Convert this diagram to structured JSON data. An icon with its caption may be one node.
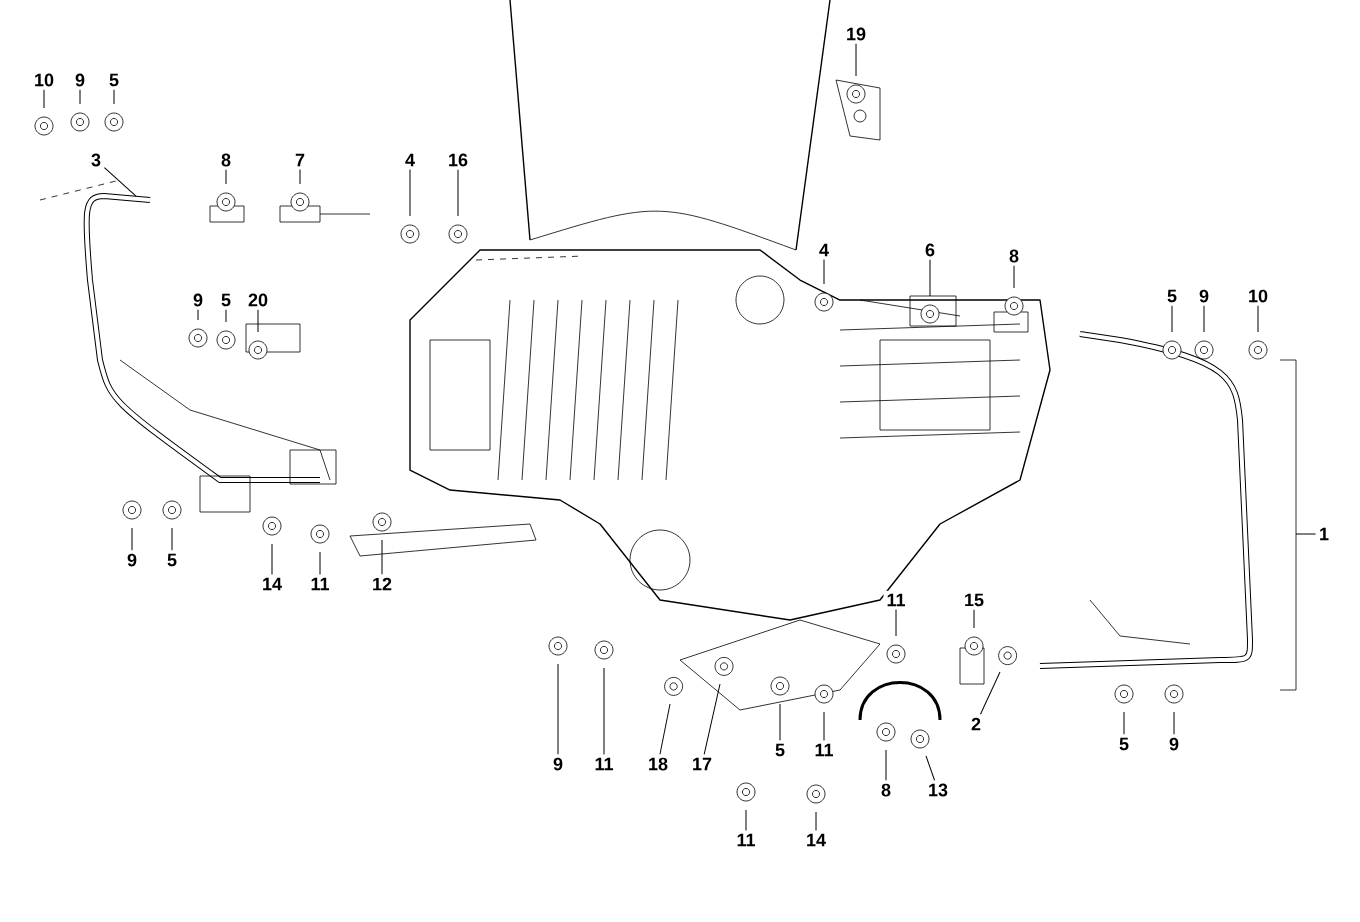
{
  "diagram": {
    "nodes": [
      {
        "text": [
          "10"
        ]
      },
      {
        "text": [
          "9"
        ]
      },
      {
        "text": [
          "5"
        ]
      },
      {
        "text": [
          "3"
        ]
      },
      {
        "text": [
          "8"
        ]
      },
      {
        "text": [
          "7"
        ]
      },
      {
        "text": [
          "4"
        ]
      },
      {
        "text": [
          "16"
        ]
      },
      {
        "text": [
          "19"
        ]
      },
      {
        "text": [
          "4"
        ]
      },
      {
        "text": [
          "6"
        ]
      },
      {
        "text": [
          "8"
        ]
      },
      {
        "text": [
          "5"
        ]
      },
      {
        "text": [
          "9"
        ]
      },
      {
        "text": [
          "10"
        ]
      },
      {
        "text": [
          "9"
        ]
      },
      {
        "text": [
          "5"
        ]
      },
      {
        "text": [
          "20"
        ]
      },
      {
        "text": [
          "1"
        ]
      },
      {
        "text": [
          "9"
        ]
      },
      {
        "text": [
          "5"
        ]
      },
      {
        "text": [
          "14"
        ]
      },
      {
        "text": [
          "11"
        ]
      },
      {
        "text": [
          "12"
        ]
      },
      {
        "text": [
          "11"
        ]
      },
      {
        "text": [
          "15"
        ]
      },
      {
        "text": [
          "2"
        ]
      },
      {
        "text": [
          "5"
        ]
      },
      {
        "text": [
          "9"
        ]
      },
      {
        "text": [
          "9"
        ]
      },
      {
        "text": [
          "11"
        ]
      },
      {
        "text": [
          "18"
        ]
      },
      {
        "text": [
          "17"
        ]
      },
      {
        "text": [
          "5"
        ]
      },
      {
        "text": [
          "11"
        ]
      },
      {
        "text": [
          "8"
        ]
      },
      {
        "text": [
          "13"
        ]
      },
      {
        "text": [
          "11"
        ]
      },
      {
        "text": [
          "14"
        ]
      }
    ],
    "edges": [
      {
        "from": 0,
        "to": null,
        "arrow": "none"
      },
      {
        "from": 1,
        "to": null,
        "arrow": "none"
      },
      {
        "from": 2,
        "to": null,
        "arrow": "none"
      },
      {
        "from": 3,
        "to": null,
        "arrow": "none"
      },
      {
        "from": 4,
        "to": null,
        "arrow": "none"
      },
      {
        "from": 5,
        "to": null,
        "arrow": "none"
      },
      {
        "from": 6,
        "to": null,
        "arrow": "none"
      },
      {
        "from": 7,
        "to": null,
        "arrow": "none"
      },
      {
        "from": 8,
        "to": null,
        "arrow": "none"
      },
      {
        "from": 9,
        "to": null,
        "arrow": "none"
      },
      {
        "from": 10,
        "to": null,
        "arrow": "none"
      },
      {
        "from": 11,
        "to": null,
        "arrow": "none"
      },
      {
        "from": 12,
        "to": null,
        "arrow": "none"
      },
      {
        "from": 13,
        "to": null,
        "arrow": "none"
      },
      {
        "from": 14,
        "to": null,
        "arrow": "none"
      },
      {
        "from": 15,
        "to": null,
        "arrow": "none"
      },
      {
        "from": 16,
        "to": null,
        "arrow": "none"
      },
      {
        "from": 17,
        "to": null,
        "arrow": "none"
      },
      {
        "from": 18,
        "to": null,
        "arrow": "none"
      },
      {
        "from": 19,
        "to": null,
        "arrow": "none"
      },
      {
        "from": 20,
        "to": null,
        "arrow": "none"
      },
      {
        "from": 21,
        "to": null,
        "arrow": "none"
      },
      {
        "from": 22,
        "to": null,
        "arrow": "none"
      },
      {
        "from": 23,
        "to": null,
        "arrow": "none"
      },
      {
        "from": 24,
        "to": null,
        "arrow": "none"
      },
      {
        "from": 25,
        "to": null,
        "arrow": "none"
      },
      {
        "from": 26,
        "to": null,
        "arrow": "none"
      },
      {
        "from": 27,
        "to": null,
        "arrow": "none"
      },
      {
        "from": 28,
        "to": null,
        "arrow": "none"
      },
      {
        "from": 29,
        "to": null,
        "arrow": "none"
      },
      {
        "from": 30,
        "to": null,
        "arrow": "none"
      },
      {
        "from": 31,
        "to": null,
        "arrow": "none"
      },
      {
        "from": 32,
        "to": null,
        "arrow": "none"
      },
      {
        "from": 33,
        "to": null,
        "arrow": "none"
      },
      {
        "from": 34,
        "to": null,
        "arrow": "none"
      },
      {
        "from": 35,
        "to": null,
        "arrow": "none"
      },
      {
        "from": 36,
        "to": null,
        "arrow": "none"
      },
      {
        "from": 37,
        "to": null,
        "arrow": "none"
      },
      {
        "from": 38,
        "to": null,
        "arrow": "none"
      }
    ]
  }
}
